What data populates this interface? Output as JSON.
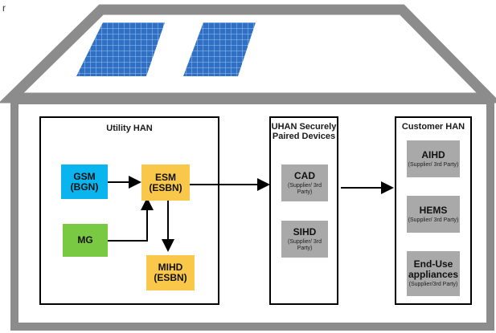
{
  "corner_mark": "r",
  "utility_han": {
    "title": "Utility HAN",
    "gsm": {
      "line1": "GSM",
      "line2": "(BGN)"
    },
    "esm": {
      "line1": "ESM",
      "line2": "(ESBN)"
    },
    "mg": {
      "line1": "MG"
    },
    "mihd": {
      "line1": "MIHD",
      "line2": "(ESBN)"
    }
  },
  "uhan": {
    "title_line1": "UHAN Securely",
    "title_line2": "Paired Devices",
    "cad": {
      "main": "CAD",
      "sub": "(Supplier/ 3rd Party)"
    },
    "sihd": {
      "main": "SIHD",
      "sub": "(Supplier/ 3rd Party)"
    }
  },
  "customer_han": {
    "title": "Customer HAN",
    "aihd": {
      "main": "AIHD",
      "sub": "(Supplier/ 3rd Party)"
    },
    "hems": {
      "main": "HEMS",
      "sub": "(Supplier/ 3rd Party)"
    },
    "appliances": {
      "main_line1": "End-Use",
      "main_line2": "appliances",
      "sub": "(Supplier/3rd Party)"
    }
  },
  "colors": {
    "house": "#8c8c8c",
    "panel": "#2f6fc4",
    "gsm": "#0ab4ee",
    "esm": "#f9c84a",
    "mg": "#7ac943",
    "mihd": "#f9c84a",
    "device": "#a9a9a9"
  }
}
